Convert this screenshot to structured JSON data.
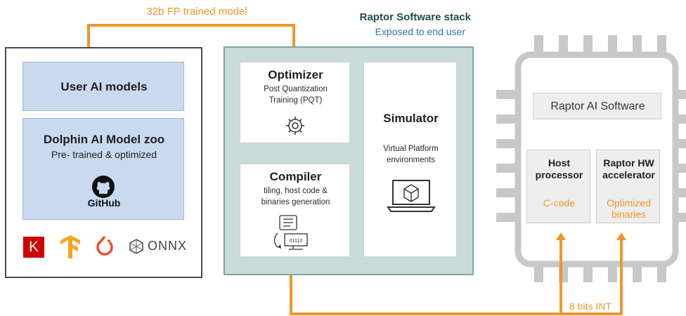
{
  "top_label": "32b FP trained model",
  "stack_title": "Raptor Software stack",
  "stack_subtitle": "Exposed to end user",
  "left": {
    "user_models": "User AI models",
    "zoo_title": "Dolphin AI Model zoo",
    "zoo_subtitle": "Pre- trained & optimized",
    "github": "GitHub",
    "keras_letter": "K",
    "onnx": "ONNX"
  },
  "optimizer": {
    "title": "Optimizer",
    "line1": "Post Quantization",
    "line2": "Training (PQT)"
  },
  "compiler": {
    "title": "Compiler",
    "line1": "tiling, host code &",
    "line2": "binaries generation",
    "bits": "01110"
  },
  "simulator": {
    "title": "Simulator",
    "line1": "Virtual Platform",
    "line2": "environments"
  },
  "chip": {
    "software": "Raptor AI Software",
    "host_title_1": "Host",
    "host_title_2": "processor",
    "host_sub": "C-code",
    "hw_title_1": "Raptor HW",
    "hw_title_2": "accelerator",
    "hw_sub_1": "Optimized",
    "hw_sub_2": "binaries"
  },
  "bottom_label": "8 bits INT",
  "colors": {
    "orange": "#F0962A",
    "blue_box": "#C9D9EF",
    "stack_bg": "#C9DCDA",
    "chip_gray": "#BDBDBD",
    "title_teal": "#1f4d4a",
    "subtitle_blue": "#2E75B6"
  },
  "icons": [
    "gear-icon",
    "keras-icon",
    "tensorflow-icon",
    "pytorch-icon",
    "onnx-icon",
    "github-icon",
    "code-icon",
    "computer-icon",
    "laptop-icon"
  ]
}
